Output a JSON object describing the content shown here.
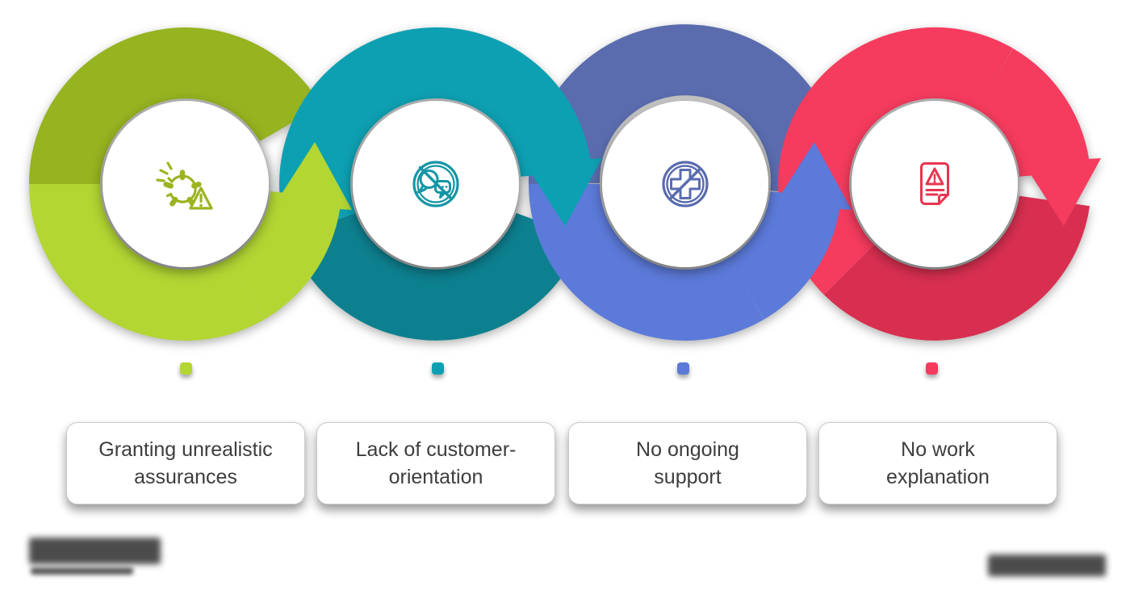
{
  "background": "#ffffff",
  "steps": [
    {
      "label": "Granting unrealistic assurances",
      "icon": "broken-gear-warning-icon",
      "color": "#b3d633",
      "color_shadow": "#96b320"
    },
    {
      "label": "Lack of customer-orientation",
      "icon": "no-communication-icon",
      "color": "#0da0b2",
      "color_shadow": "#0d808f"
    },
    {
      "label": "No ongoing support",
      "icon": "no-medical-support-icon",
      "color": "#5c7ad9",
      "color_shadow": "#5a6cae"
    },
    {
      "label": "No work explanation",
      "icon": "document-warning-icon",
      "color": "#f53b5e",
      "color_shadow": "#d82f50"
    }
  ],
  "watermarks": {
    "bottom_left_present": true,
    "bottom_right_present": true,
    "legible": false
  }
}
